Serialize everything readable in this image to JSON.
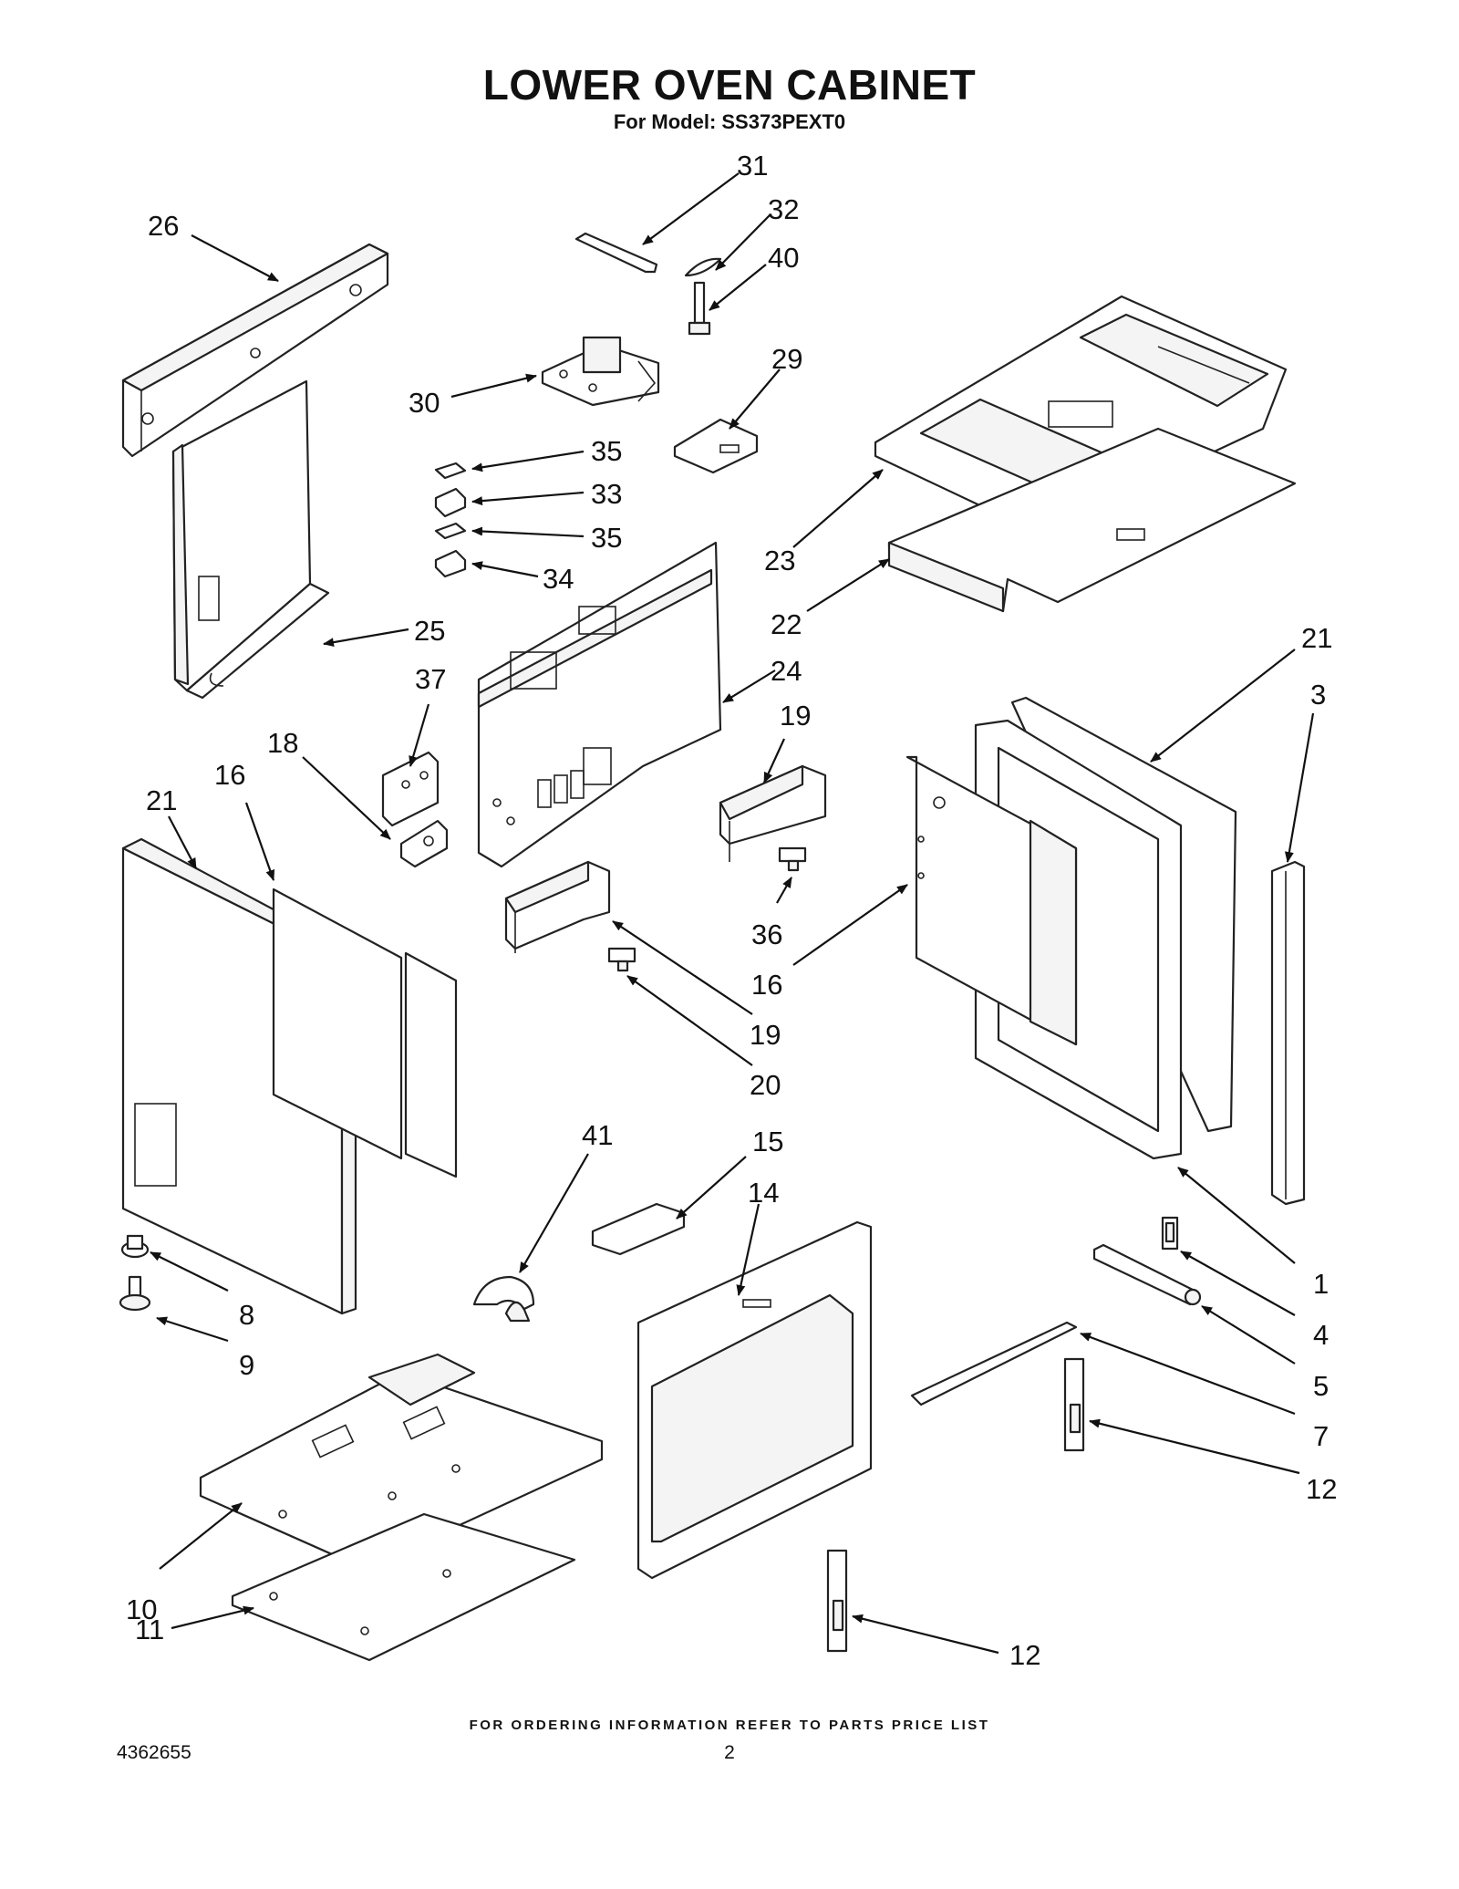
{
  "title": "LOWER OVEN CABINET",
  "subtitle": "For Model: SS373PEXT0",
  "footer_note": "FOR ORDERING INFORMATION REFER TO PARTS PRICE LIST",
  "document_number": "4362655",
  "page_number": "2",
  "callouts": {
    "c26": "26",
    "c31": "31",
    "c32": "32",
    "c40": "40",
    "c29": "29",
    "c30": "30",
    "c35a": "35",
    "c33": "33",
    "c35b": "35",
    "c34": "34",
    "c23": "23",
    "c22": "22",
    "c25": "25",
    "c24": "24",
    "c21a": "21",
    "c3": "3",
    "c37": "37",
    "c19a": "19",
    "c18": "18",
    "c21b": "21",
    "c16a": "16",
    "c36": "36",
    "c16b": "16",
    "c19b": "19",
    "c20": "20",
    "c41": "41",
    "c15": "15",
    "c14": "14",
    "c1": "1",
    "c4": "4",
    "c5": "5",
    "c8": "8",
    "c9": "9",
    "c7": "7",
    "c12a": "12",
    "c10": "10",
    "c11": "11",
    "c12b": "12"
  }
}
